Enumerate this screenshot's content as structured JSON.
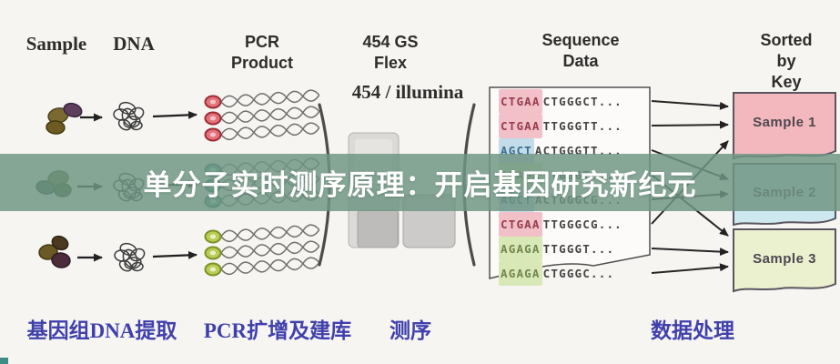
{
  "headers": {
    "sample": "Sample",
    "dna": "DNA",
    "pcr_product": "PCR\nProduct",
    "gs_flex": "454 GS\nFlex",
    "platform": "454 / illumina",
    "sequence_data": "Sequence\nData",
    "sorted_by_key": "Sorted\nby Key"
  },
  "banner": {
    "text": "单分子实时测序原理：开启基因研究新纪元",
    "bg_color": "#6f9583",
    "text_color": "#ffffff"
  },
  "steps": [
    "基因组DNA提取",
    "PCR扩增及建库",
    "测序",
    "数据处理"
  ],
  "reads": [
    {
      "barcode": "CTGAA",
      "rest": "CTGGGCT...",
      "barcode_color": "#f2c0c8",
      "sorted_to": "Sample 1"
    },
    {
      "barcode": "CTGAA",
      "rest": "TTGGGTT...",
      "barcode_color": "#f2c0c8",
      "sorted_to": "Sample 1"
    },
    {
      "barcode": "AGCT",
      "rest": "ACTGGGTT...",
      "barcode_color": "#c3dcea",
      "sorted_to": "Sample 2"
    },
    {
      "barcode": "AGAGA",
      "rest": "TTGGGT...",
      "barcode_color": "#d8e8b6",
      "sorted_to": "Sample 3"
    },
    {
      "barcode": "AGCT",
      "rest": "ACTGGGCG...",
      "barcode_color": "#c3dcea",
      "sorted_to": "Sample 2"
    },
    {
      "barcode": "CTGAA",
      "rest": "TTGGGCG...",
      "barcode_color": "#f2c0c8",
      "sorted_to": "Sample 1"
    },
    {
      "barcode": "AGAGA",
      "rest": "TTGGGT...",
      "barcode_color": "#d8e8b6",
      "sorted_to": "Sample 3"
    },
    {
      "barcode": "AGAGA",
      "rest": "CTGGGC...",
      "barcode_color": "#d8e8b6",
      "sorted_to": "Sample 3"
    }
  ],
  "samples": [
    {
      "label": "Sample 1",
      "color": "#f3b8bd",
      "tag_color": "#e2737b"
    },
    {
      "label": "Sample 2",
      "color": "#cde8ee",
      "tag_color": "#5fb1a3"
    },
    {
      "label": "Sample 3",
      "color": "#ebf0ce",
      "tag_color": "#b9cd55"
    }
  ],
  "colors": {
    "step_label_blue": "#4040ac",
    "sequence_text": "#454545",
    "arrow": "#252525"
  }
}
